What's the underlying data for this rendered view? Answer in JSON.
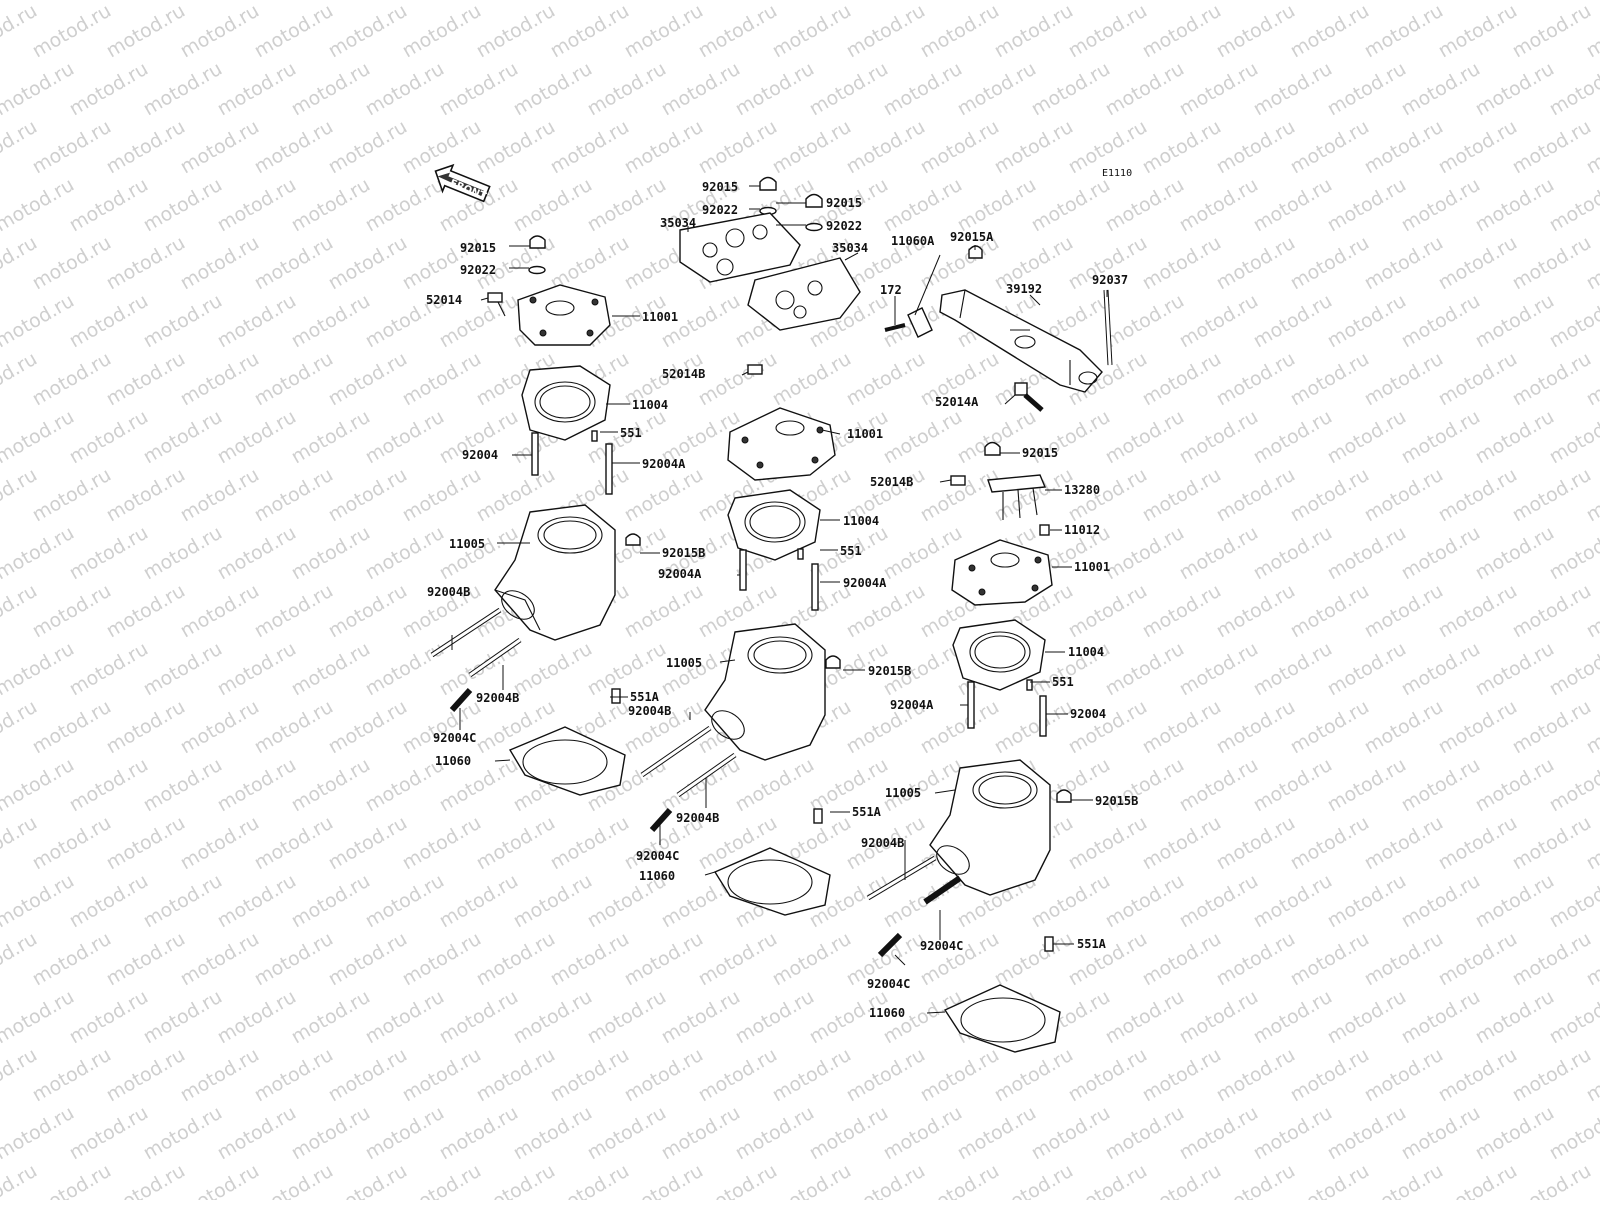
{
  "diagram_code": "E1110",
  "front_label": "FRONT",
  "watermark": "motod.ru",
  "callouts": {
    "c1": "92015",
    "c2": "92022",
    "c3": "52014",
    "c4": "11001",
    "c5": "11004",
    "c6": "92004",
    "c7": "551",
    "c8": "92004A",
    "c9": "11005",
    "c10": "92015B",
    "c11": "92004B",
    "c12": "92004B",
    "c13": "92004C",
    "c14": "551A",
    "c15": "11060",
    "m1": "92015",
    "m2": "92022",
    "m3": "92015",
    "m4": "92022",
    "m5": "35034",
    "m6": "35034",
    "m7": "52014B",
    "m8": "11001",
    "m9": "11004",
    "m10": "92004A",
    "m11": "551",
    "m12": "92004A",
    "m13": "11005",
    "m14": "92015B",
    "m15": "92004B",
    "m16": "92004B",
    "m17": "551A",
    "m18": "92004C",
    "m19": "11060",
    "r1": "92015A",
    "r2": "11060A",
    "r3": "172",
    "r4": "39192",
    "r5": "92037",
    "r6": "52014A",
    "r7": "92015",
    "r8": "52014B",
    "r9": "13280",
    "r10": "11012",
    "r11": "11001",
    "r12": "11004",
    "r13": "92004A",
    "r14": "551",
    "r15": "92004",
    "r16": "11005",
    "r17": "92015B",
    "r18": "92004B",
    "r19": "92004C",
    "r20": "551A",
    "r21": "92004C",
    "r22": "11060"
  }
}
